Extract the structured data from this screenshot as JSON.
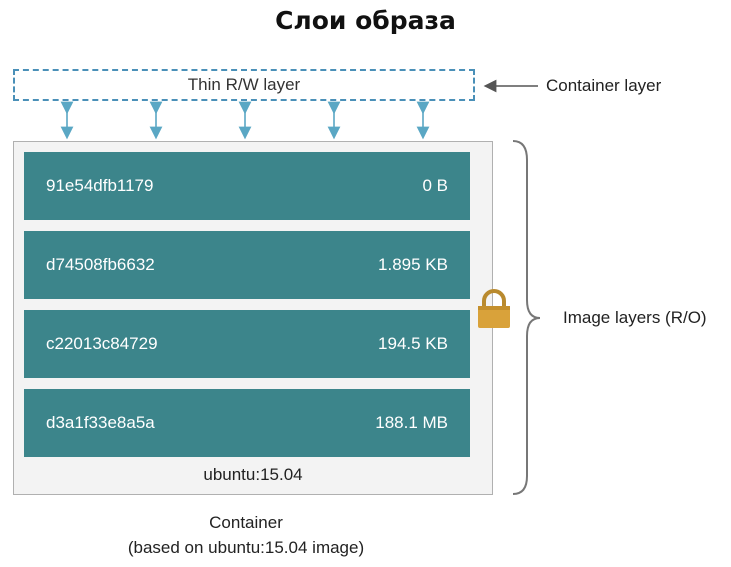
{
  "title": "Слои образа",
  "container_layer": {
    "box_label": "Thin R/W layer",
    "side_label": "Container layer"
  },
  "image_layers": {
    "side_label": "Image layers (R/O)",
    "layers": [
      {
        "id": "91e54dfb1179",
        "size": "0 B"
      },
      {
        "id": "d74508fb6632",
        "size": "1.895 KB"
      },
      {
        "id": "c22013c84729",
        "size": "194.5 KB"
      },
      {
        "id": "d3a1f33e8a5a",
        "size": "188.1 MB"
      }
    ],
    "base_image": "ubuntu:15.04"
  },
  "caption": {
    "line1": "Container",
    "line2": "(based on ubuntu:15.04 image)"
  },
  "icons": {
    "lock": "lock-icon",
    "arrows": "bidirectional-arrow-icon"
  },
  "colors": {
    "layer_fill": "#3c858b",
    "dashed_border": "#4a90b8",
    "arrow": "#5aa7c4",
    "lock": "#d9a23a",
    "box_fill": "#f3f3f3"
  }
}
